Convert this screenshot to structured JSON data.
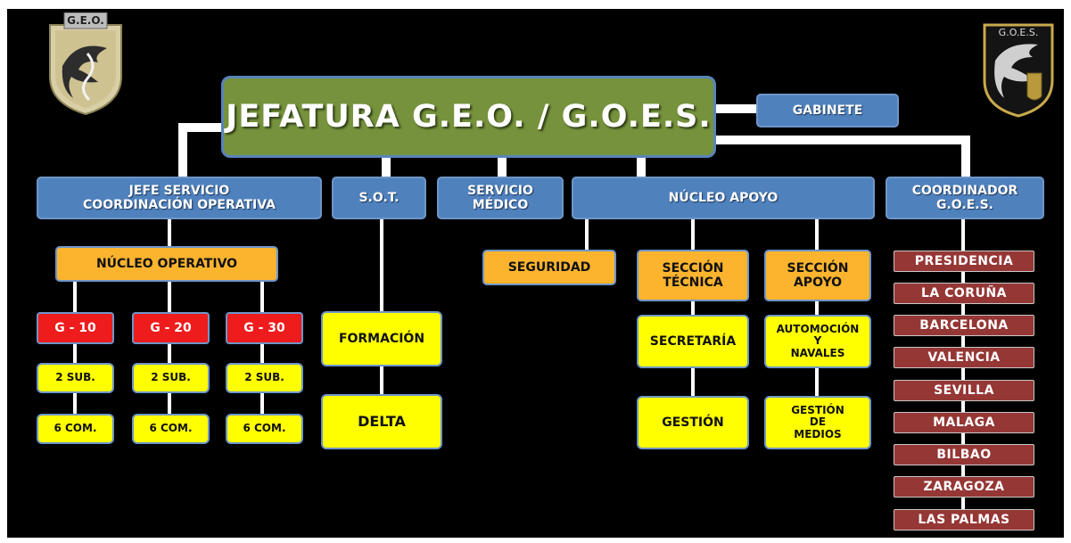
{
  "emblems": {
    "left": {
      "text": "G.E.O."
    },
    "right": {
      "text": "G.O.E.S."
    }
  },
  "top": {
    "jefatura": "JEFATURA G.E.O.  /  G.O.E.S.",
    "gabinete": "GABINETE"
  },
  "level1": {
    "jefe_servicio": [
      "JEFE SERVICIO",
      "COORDINACIÓN OPERATIVA"
    ],
    "sot": "S.O.T.",
    "servicio_medico": [
      "SERVICIO",
      "MÉDICO"
    ],
    "nucleo_apoyo": "NÚCLEO APOYO",
    "coordinador": [
      "COORDINADOR",
      "G.O.E.S."
    ]
  },
  "operativo": {
    "nucleo": "NÚCLEO OPERATIVO",
    "groups": [
      {
        "name": "G - 10",
        "sub": "2 SUB.",
        "com": "6 COM."
      },
      {
        "name": "G - 20",
        "sub": "2 SUB.",
        "com": "6 COM."
      },
      {
        "name": "G - 30",
        "sub": "2 SUB.",
        "com": "6 COM."
      }
    ]
  },
  "sot_children": {
    "formacion": "FORMACIÓN",
    "delta": "DELTA"
  },
  "apoyo": {
    "seguridad": "SEGURIDAD",
    "seccion_tecnica": [
      "SECCIÓN",
      "TÉCNICA"
    ],
    "seccion_apoyo": [
      "SECCIÓN",
      "APOYO"
    ],
    "secretaria": "SECRETARÍA",
    "gestion": "GESTIÓN",
    "automocion": [
      "AUTOMOCIÓN",
      "Y",
      "NAVALES"
    ],
    "gestion_medios": [
      "GESTIÓN",
      "DE",
      "MEDIOS"
    ]
  },
  "cities": [
    "PRESIDENCIA",
    "LA CORUÑA",
    "BARCELONA",
    "VALENCIA",
    "SEVILLA",
    "MALAGA",
    "BILBAO",
    "ZARAGOZA",
    "LAS PALMAS"
  ],
  "colors": {
    "background": "#000000",
    "blue": "#4f81bd",
    "green": "#76923c",
    "orange": "#fcb42f",
    "yellow": "#ffff00",
    "red": "#ee1c1c",
    "maroon": "#953735",
    "connector": "#ffffff"
  }
}
